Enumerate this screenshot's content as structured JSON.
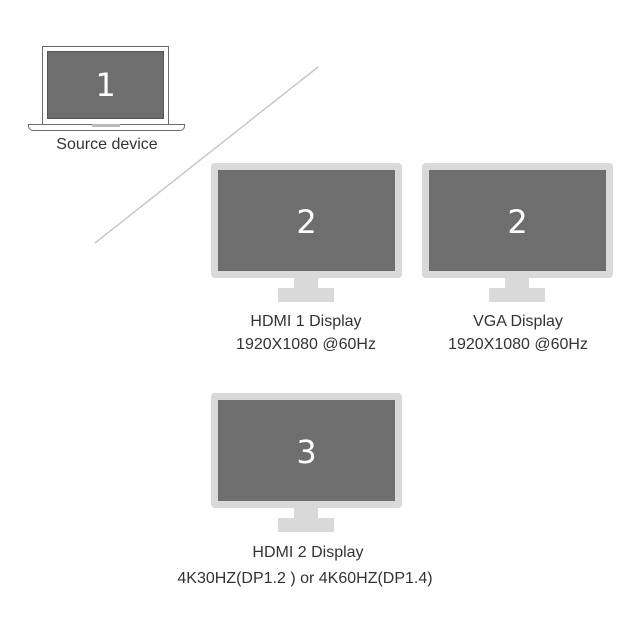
{
  "source": {
    "number": "1",
    "label": "Source device"
  },
  "displays": [
    {
      "number": "2",
      "name": "HDMI 1 Display",
      "spec": "1920X1080 @60Hz"
    },
    {
      "number": "2",
      "name": "VGA Display",
      "spec": "1920X1080 @60Hz"
    },
    {
      "number": "3",
      "name": "HDMI 2 Display",
      "spec": "4K30HZ(DP1.2 ) or 4K60HZ(DP1.4)"
    }
  ],
  "colors": {
    "screen": "#6e6e6e",
    "frame": "#d9d9d9",
    "divider": "#c8c8c8"
  }
}
